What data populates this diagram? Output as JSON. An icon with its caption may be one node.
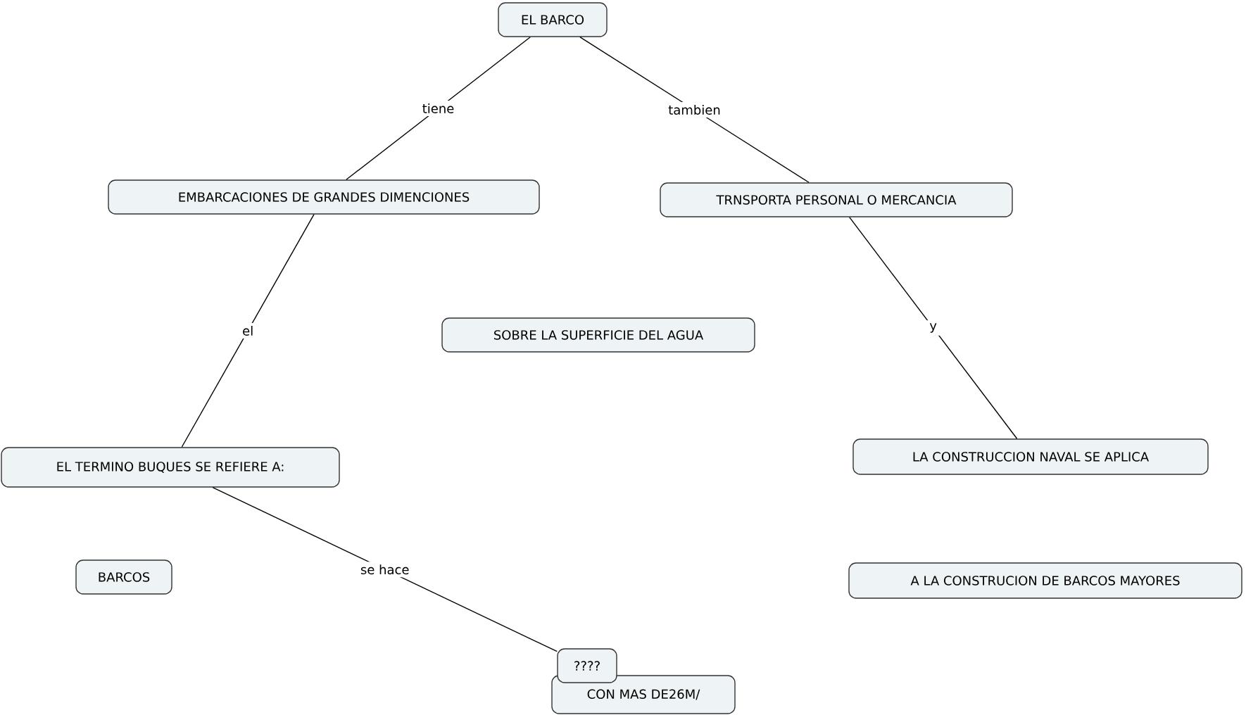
{
  "diagram": {
    "nodes": [
      {
        "text": [
          "EL BARCO"
        ]
      },
      {
        "text": [
          "EMBARCACIONES  DE GRANDES DIMENCIONES"
        ]
      },
      {
        "text": [
          "TRNSPORTA PERSONAL O MERCANCIA"
        ]
      },
      {
        "text": [
          "SOBRE LA SUPERFICIE DEL AGUA"
        ]
      },
      {
        "text": [
          "EL TERMINO BUQUES SE REFIERE A:"
        ]
      },
      {
        "text": [
          "LA CONSTRUCCION NAVAL SE APLICA"
        ]
      },
      {
        "text": [
          "BARCOS"
        ]
      },
      {
        "text": [
          "A LA CONSTRUCION DE BARCOS MAYORES"
        ]
      },
      {
        "text": [
          "????"
        ]
      },
      {
        "text": [
          "CON MAS  DE26M/"
        ]
      }
    ],
    "edges": [
      {
        "from": 0,
        "to": 1,
        "arrow": "none",
        "label": "tiene"
      },
      {
        "from": 0,
        "to": 2,
        "arrow": "none",
        "label": "tambien"
      },
      {
        "from": 1,
        "to": 4,
        "arrow": "none",
        "label": "el"
      },
      {
        "from": 2,
        "to": 5,
        "arrow": "none",
        "label": "y"
      },
      {
        "from": 4,
        "to": 8,
        "arrow": "none",
        "label": "se hace"
      }
    ]
  }
}
